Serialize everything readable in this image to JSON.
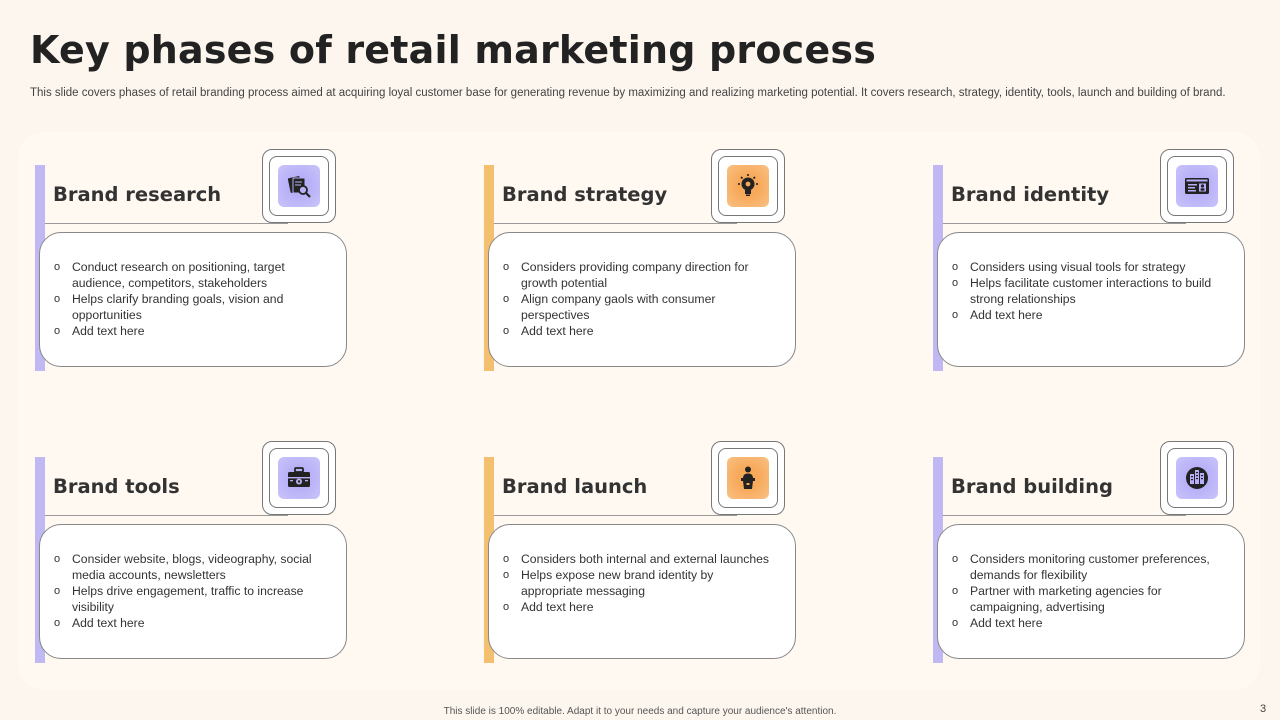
{
  "slide": {
    "title": "Key phases of retail marketing process",
    "subtitle": "This slide covers phases of retail branding process aimed at acquiring loyal customer base for generating revenue by maximizing and realizing marketing potential. It covers research, strategy, identity, tools, launch and building of brand.",
    "footer": "This slide is 100% editable.  Adapt it to your needs and capture your audience's attention.",
    "page_number": "3"
  },
  "colors": {
    "purple_accent": "#bfb8f2",
    "orange_accent": "#f5bf70",
    "background": "#fdf6ee"
  },
  "phases": [
    {
      "heading": "Brand research",
      "icon": "research-document-magnifier-icon",
      "accent": "purple",
      "bullets": [
        "Conduct research on positioning, target audience, competitors, stakeholders",
        "Helps clarify branding goals, vision and opportunities",
        "Add text here"
      ]
    },
    {
      "heading": "Brand strategy",
      "icon": "strategy-lightbulb-icon",
      "accent": "orange",
      "bullets": [
        "Considers providing  company direction for growth potential",
        "Align company gaols with consumer perspectives",
        "Add text here"
      ]
    },
    {
      "heading": "Brand identity",
      "icon": "identity-card-icon",
      "accent": "purple",
      "bullets": [
        "Considers using visual tools for strategy",
        "Helps facilitate customer interactions to build strong relationships",
        "Add text here"
      ]
    },
    {
      "heading": "Brand tools",
      "icon": "toolbox-icon",
      "accent": "purple",
      "bullets": [
        "Consider website, blogs, videography, social media accounts, newsletters",
        "Helps drive engagement, traffic to increase visibility",
        "Add text here"
      ]
    },
    {
      "heading": "Brand launch",
      "icon": "launch-podium-speaker-icon",
      "accent": "orange",
      "bullets": [
        "Considers both internal and external launches",
        "Helps expose new brand identity by appropriate  messaging",
        "Add text here"
      ]
    },
    {
      "heading": "Brand building",
      "icon": "building-globe-icon",
      "accent": "purple",
      "bullets": [
        "Considers monitoring customer preferences, demands for flexibility",
        "Partner with marketing agencies for campaigning, advertising",
        "Add text here"
      ]
    }
  ]
}
